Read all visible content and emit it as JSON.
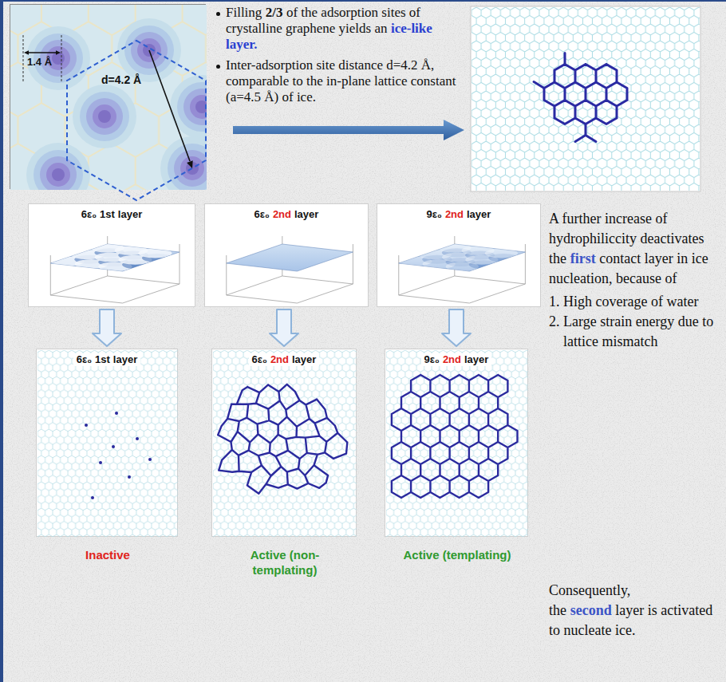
{
  "diagram": {
    "nodes": [
      {
        "text": [
          "1.4 Å",
          "d=4.2 Å"
        ]
      },
      {
        "text": [
          "6ε₀",
          "1st",
          "layer"
        ]
      },
      {
        "text": [
          "6ε₀",
          "2nd",
          "layer"
        ]
      },
      {
        "text": [
          "9ε₀",
          "2nd",
          "layer"
        ]
      },
      {
        "text": [
          "6ε₀",
          "1st",
          "layer",
          "Inactive"
        ]
      },
      {
        "text": [
          "6ε₀",
          "2nd",
          "layer",
          "Active (non-templating)"
        ]
      },
      {
        "text": [
          "9ε₀",
          "2nd",
          "layer",
          "Active (templating)"
        ]
      }
    ],
    "edges": [
      {
        "from": 1,
        "to": 4,
        "arrow": "to"
      },
      {
        "from": 2,
        "to": 5,
        "arrow": "to"
      },
      {
        "from": 3,
        "to": 6,
        "arrow": "to"
      }
    ],
    "labels": [
      "Filling",
      "2/3",
      "of the adsorption sites of crystalline graphene yields an",
      "ice-like layer.",
      "Inter-adsorption site distance d=4.2 Å, comparable to the in-plane lattice constant (a=4.5 Å) of ice.",
      "A further increase of hydrophiliccity deactivates the",
      "first",
      "contact layer in ice nucleation, because of",
      "1. High coverage of water",
      "2. Large strain energy due to lattice mismatch",
      "Consequently, the",
      "second",
      "layer is activated to nucleate ice."
    ]
  }
}
